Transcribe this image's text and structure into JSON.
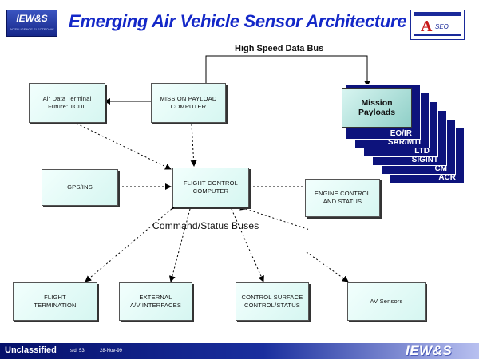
{
  "header": {
    "title": "Emerging Air Vehicle Sensor Architecture",
    "logo_left_text": "IEW&S",
    "logo_left_sub": "INTELLIGENCE ELECTRONIC WARFARE",
    "logo_right_letter": "A",
    "logo_right_letters": "SEO"
  },
  "labels": {
    "high_speed_bus": "High Speed Data Bus",
    "command_status_buses": "Command/Status Buses"
  },
  "boxes": {
    "air_data_terminal": "Air Data Terminal\nFuture: TCDL",
    "mission_payload_computer": "MISSION PAYLOAD\nCOMPUTER",
    "gps_ins": "GPS/INS",
    "flight_control_computer": "FLIGHT CONTROL\nCOMPUTER",
    "engine_control": "ENGINE CONTROL\nAND STATUS",
    "flight_termination": "FLIGHT\nTERMINATION",
    "external_interfaces": "EXTERNAL\nA/V INTERFACES",
    "control_surface": "CONTROL SURFACE\nCONTROL/STATUS",
    "av_sensors": "AV Sensors"
  },
  "mission_payloads": {
    "title": "Mission\nPayloads",
    "items": [
      "EO/IR",
      "SAR/MTI",
      "LTD",
      "SIGINT",
      "CM",
      "ACR"
    ]
  },
  "footer": {
    "classification": "Unclassified",
    "slide": "sld. 53",
    "date": "28-Nov-99",
    "logo": "IEW&S"
  }
}
